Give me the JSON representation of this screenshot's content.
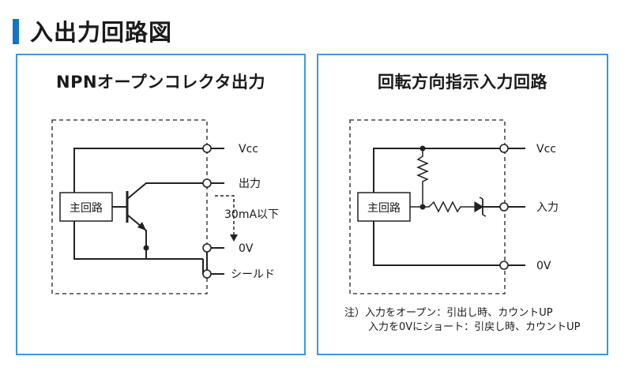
{
  "page": {
    "title": "入出力回路図"
  },
  "left_panel": {
    "title": "NPNオープンコレクタ出力",
    "main_circuit_label": "主回路",
    "terminals": {
      "vcc": "Vcc",
      "output": "出力",
      "zero_v": "0V",
      "shield": "シールド"
    },
    "current_note": "30mA以下"
  },
  "right_panel": {
    "title": "回転方向指示入力回路",
    "main_circuit_label": "主回路",
    "terminals": {
      "vcc": "Vcc",
      "input": "入力",
      "zero_v": "0V"
    },
    "notes": [
      "注）入力をオープン：引出し時、カウントUP",
      "入力を0Vにショート：引戻し時、カウントUP"
    ]
  },
  "colors": {
    "accent_blue": "#1673c8",
    "panel_border": "#3a9ad9"
  }
}
